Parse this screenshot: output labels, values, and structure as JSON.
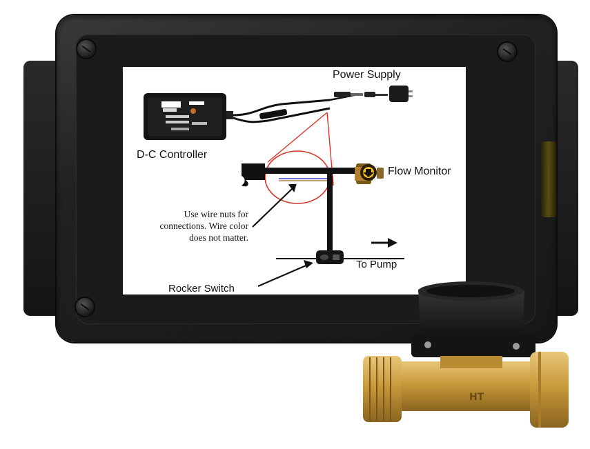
{
  "diagram": {
    "labels": {
      "power_supply": "Power Supply",
      "controller": "D-C Controller",
      "flow_monitor": "Flow Monitor",
      "to_pump": "To Pump",
      "rocker_switch": "Rocker Switch",
      "wire_note_line1": "Use wire nuts for",
      "wire_note_line2": "connections. Wire color",
      "wire_note_line3": "does not matter."
    },
    "sensor_marking": "HT"
  },
  "colors": {
    "enclosure": "#1b1b1b",
    "callout_circle": "#d9342b",
    "brass": "#c99a3a",
    "wire_blue": "#5a5adc",
    "wire_tan": "#b08050"
  }
}
